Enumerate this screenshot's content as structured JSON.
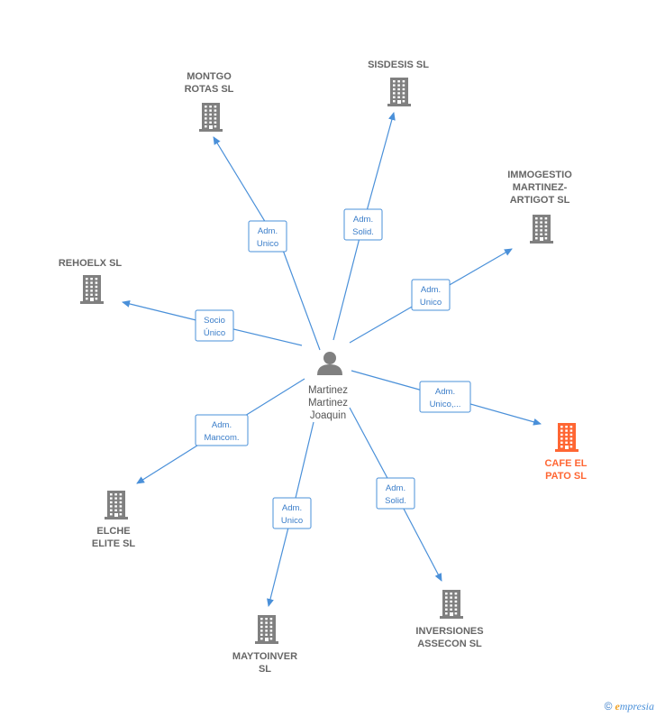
{
  "center": {
    "name_lines": [
      "Martinez",
      "Martinez",
      "Joaquin"
    ]
  },
  "companies": [
    {
      "id": "montgo",
      "label_lines": [
        "MONTGO",
        "ROTAS SL"
      ],
      "role_lines": [
        "Adm.",
        "Unico"
      ],
      "highlight": false
    },
    {
      "id": "sisdesis",
      "label_lines": [
        "SISDESIS SL"
      ],
      "role_lines": [
        "Adm.",
        "Solid."
      ],
      "highlight": false
    },
    {
      "id": "immogestio",
      "label_lines": [
        "IMMOGESTIO",
        "MARTINEZ-",
        "ARTIGOT  SL"
      ],
      "role_lines": [
        "Adm.",
        "Unico"
      ],
      "highlight": false
    },
    {
      "id": "rehoelx",
      "label_lines": [
        "REHOELX SL"
      ],
      "role_lines": [
        "Socio",
        "Único"
      ],
      "highlight": false
    },
    {
      "id": "cafe",
      "label_lines": [
        "CAFE EL",
        "PATO  SL"
      ],
      "role_lines": [
        "Adm.",
        "Unico,..."
      ],
      "highlight": true
    },
    {
      "id": "elche",
      "label_lines": [
        "ELCHE",
        "ELITE  SL"
      ],
      "role_lines": [
        "Adm.",
        "Mancom."
      ],
      "highlight": false
    },
    {
      "id": "maytoinver",
      "label_lines": [
        "MAYTOINVER",
        "SL"
      ],
      "role_lines": [
        "Adm.",
        "Unico"
      ],
      "highlight": false
    },
    {
      "id": "inversiones",
      "label_lines": [
        "INVERSIONES",
        "ASSECON SL"
      ],
      "role_lines": [
        "Adm.",
        "Solid."
      ],
      "highlight": false
    }
  ],
  "colors": {
    "edge": "#4a90d9",
    "building": "#808080",
    "highlight": "#ff6633",
    "person": "#808080"
  },
  "footer": {
    "copyright_symbol": "©",
    "brand_initial": "e",
    "brand_rest": "mpresia"
  }
}
